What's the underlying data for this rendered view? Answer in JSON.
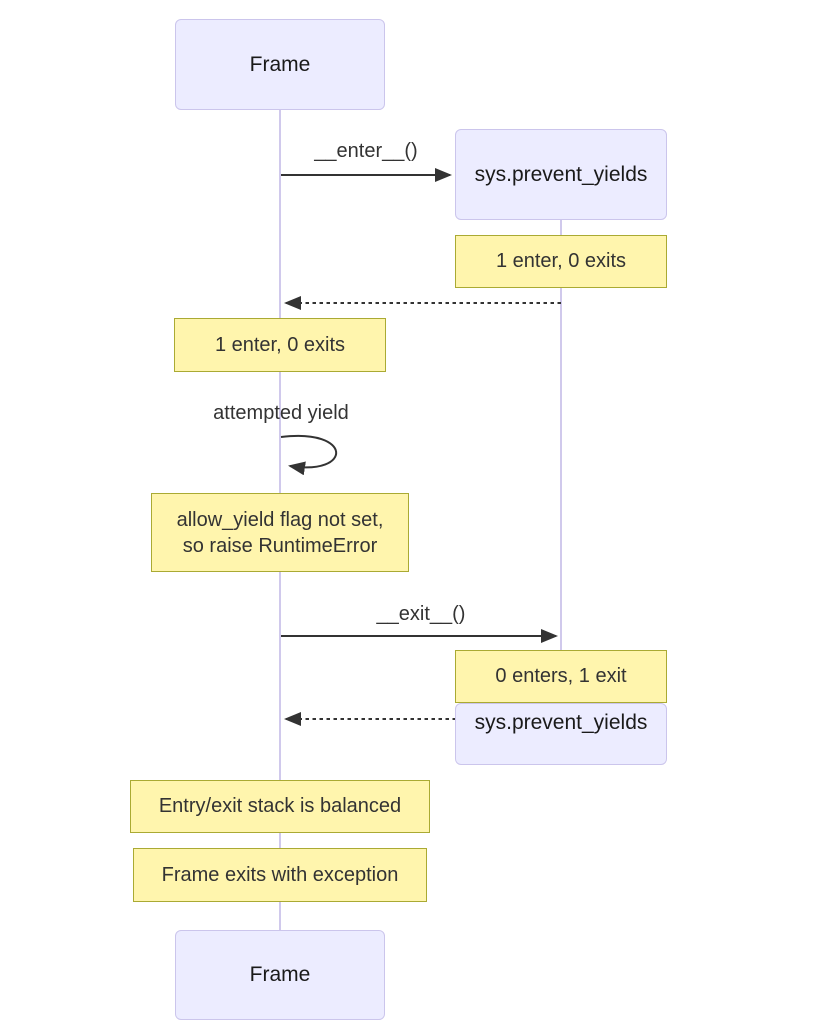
{
  "diagram": {
    "type": "sequence-diagram",
    "actors": {
      "frame_top": "Frame",
      "sys_top": "sys.prevent_yields",
      "sys_bottom": "sys.prevent_yields",
      "frame_bottom": "Frame"
    },
    "messages": {
      "enter": "__enter__()",
      "self_loop": "attempted yield",
      "exit": "__exit__()"
    },
    "notes": {
      "sys_enter_count": "1 enter, 0 exits",
      "frame_enter_count": "1 enter, 0 exits",
      "allow_yield": "allow_yield flag not set,\nso raise RuntimeError",
      "sys_exit_count": "0 enters, 1 exit",
      "stack_balanced": "Entry/exit stack is balanced",
      "frame_exception": "Frame exits with exception"
    },
    "colors": {
      "background": "#FFFFFF",
      "actor_fill": "#ECECFF",
      "actor_border": "#CBC5EC",
      "note_fill": "#FFF5AD",
      "note_border": "#AAAA33",
      "arrow": "#333333",
      "lifeline": "#D0C9EC",
      "text": "#333333"
    }
  }
}
